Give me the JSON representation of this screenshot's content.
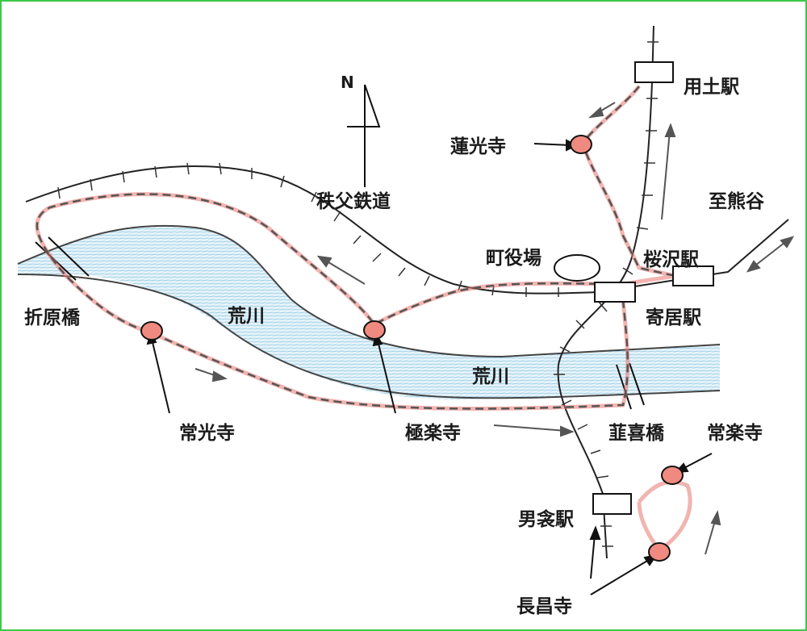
{
  "north": "N",
  "railway": "秩父鉄道",
  "to_kumagaya": "至熊谷",
  "town_office": "町役場",
  "stations": {
    "yodo": "用土駅",
    "sakurazawa": "桜沢駅",
    "yorii": "寄居駅",
    "obusuma": "男衾駅"
  },
  "temples": {
    "renkoji": "蓮光寺",
    "jokoji": "常光寺",
    "gokurakuji": "極楽寺",
    "jorakuji": "常楽寺",
    "chojoji": "長昌寺"
  },
  "bridges": {
    "orihara": "折原橋",
    "nira": "韮喜橋"
  },
  "river": {
    "upper": "荒川",
    "lower": "荒川"
  },
  "colors": {
    "route": "#e8766f",
    "river": "#8fc8e0",
    "border": "#3ec94a"
  }
}
